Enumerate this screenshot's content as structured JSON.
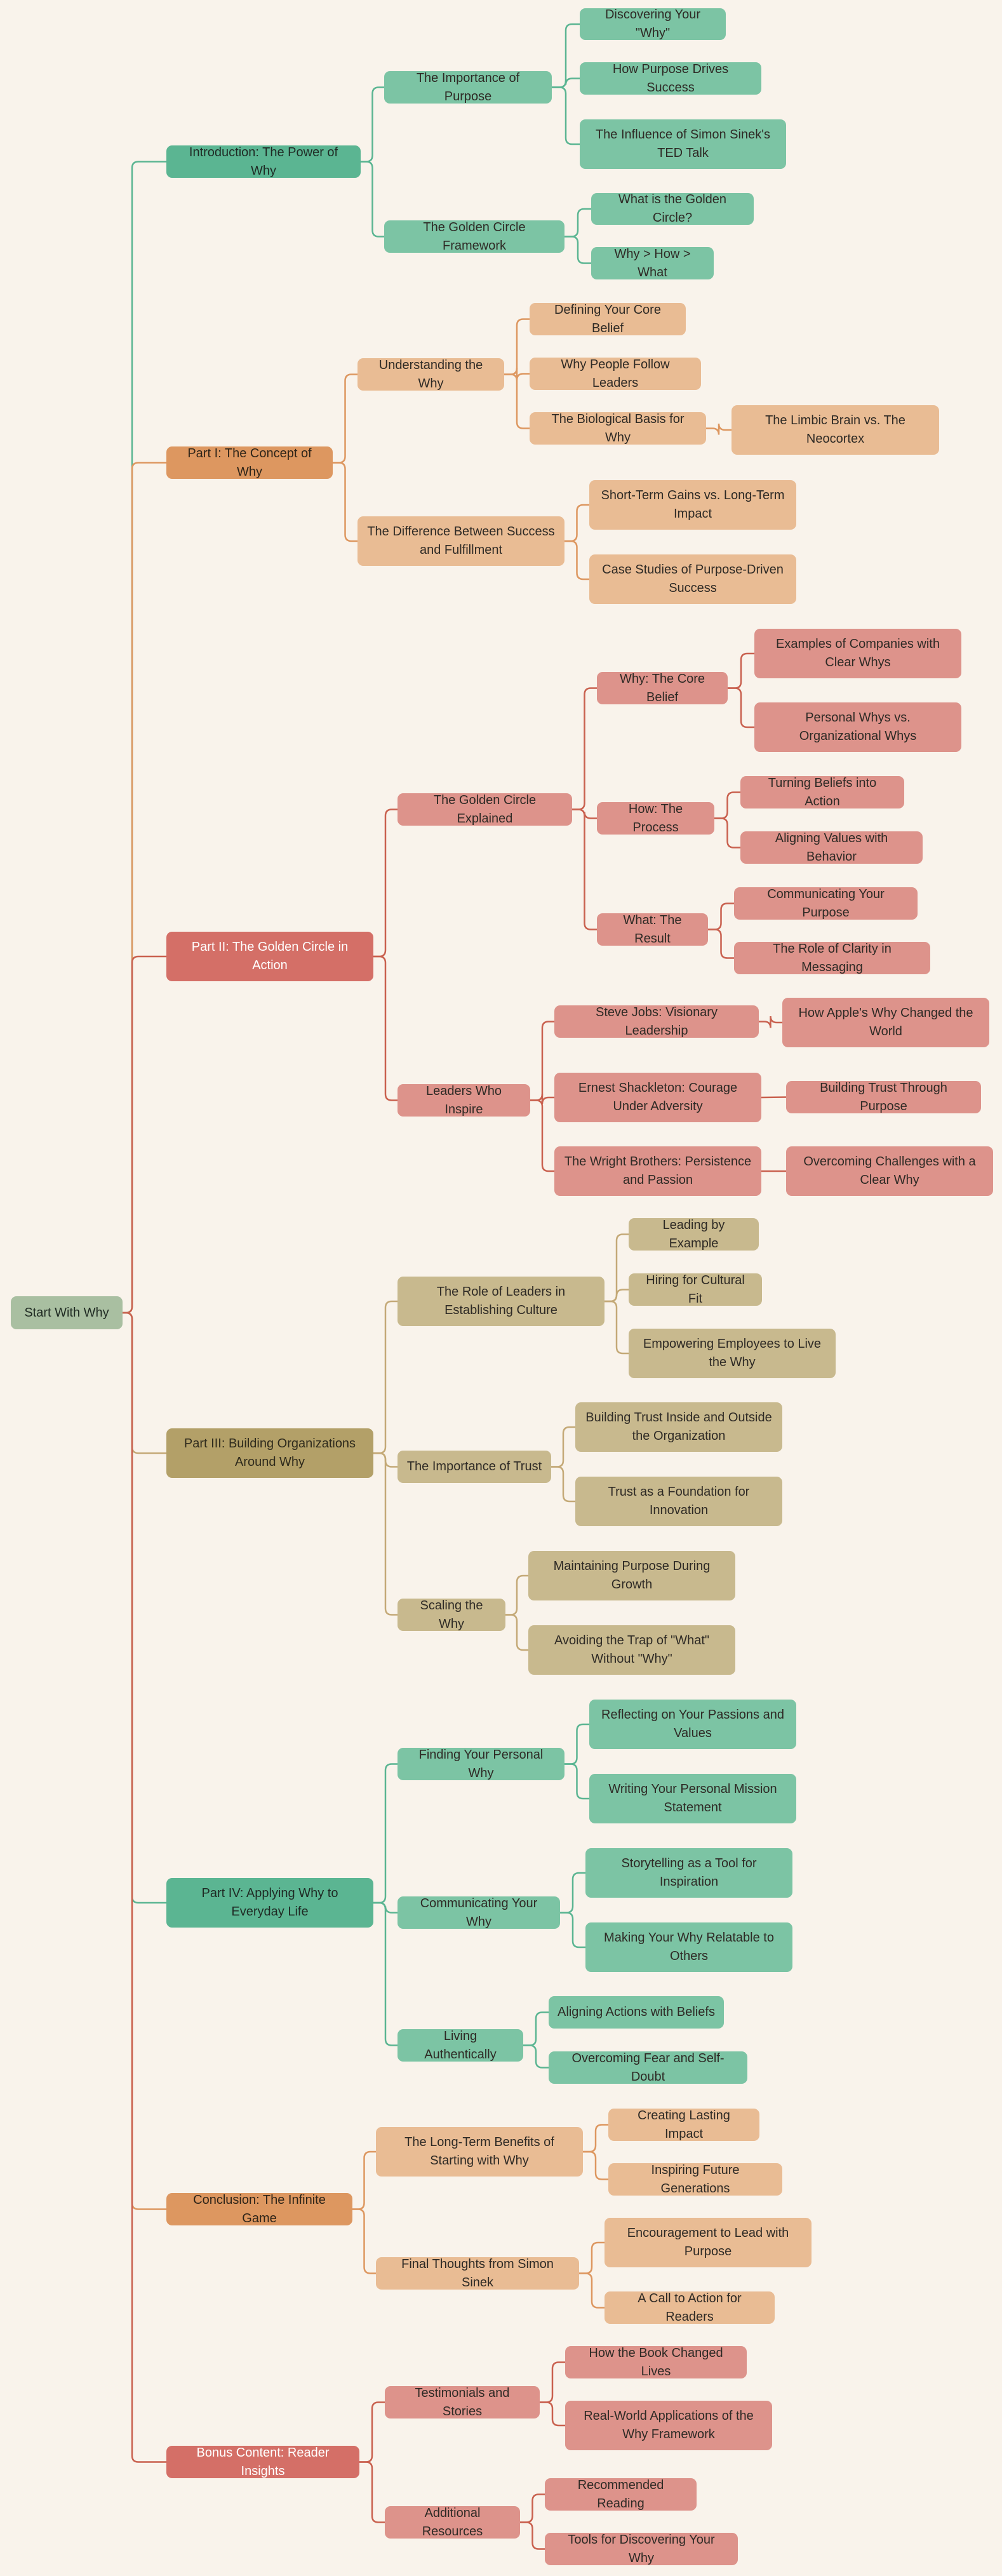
{
  "colors": {
    "background": "#f9f3eb",
    "root": "#a9bfa1",
    "teal_main": "#5bb592",
    "teal_light": "#7cc4a4",
    "teal_line": "#5bb592",
    "orange_main": "#dd9760",
    "orange_light": "#e9bc94",
    "orange_line": "#dd9760",
    "red_main": "#d46f67",
    "red_light": "#dd938b",
    "red_line": "#c9614f",
    "olive_main": "#b3a068",
    "olive_light": "#c8b98e",
    "olive_line": "#c4a977",
    "spine_line": "#a85a3e"
  },
  "root": {
    "label": "Start With Why"
  },
  "branches": [
    {
      "id": "b1",
      "label": "Introduction: The Power of Why",
      "scheme": "teal",
      "children": [
        {
          "id": "b1a",
          "label": "The Importance of Purpose",
          "children": [
            {
              "id": "b1a1",
              "label": "Discovering Your \"Why\""
            },
            {
              "id": "b1a2",
              "label": "How Purpose Drives Success"
            },
            {
              "id": "b1a3",
              "label": "The Influence of Simon Sinek's TED Talk"
            }
          ]
        },
        {
          "id": "b1b",
          "label": "The Golden Circle Framework",
          "children": [
            {
              "id": "b1b1",
              "label": "What is the Golden Circle?"
            },
            {
              "id": "b1b2",
              "label": "Why > How > What"
            }
          ]
        }
      ]
    },
    {
      "id": "b2",
      "label": "Part I: The Concept of Why",
      "scheme": "orange",
      "children": [
        {
          "id": "b2a",
          "label": "Understanding the Why",
          "children": [
            {
              "id": "b2a1",
              "label": "Defining Your Core Belief"
            },
            {
              "id": "b2a2",
              "label": "Why People Follow Leaders"
            },
            {
              "id": "b2a3",
              "label": "The Biological Basis for Why",
              "children": [
                {
                  "id": "b2a3a",
                  "label": "The Limbic Brain vs. The Neocortex"
                }
              ]
            }
          ]
        },
        {
          "id": "b2b",
          "label": "The Difference Between Success and Fulfillment",
          "children": [
            {
              "id": "b2b1",
              "label": "Short-Term Gains vs. Long-Term Impact"
            },
            {
              "id": "b2b2",
              "label": "Case Studies of Purpose-Driven Success"
            }
          ]
        }
      ]
    },
    {
      "id": "b3",
      "label": "Part II: The Golden Circle in Action",
      "scheme": "red",
      "children": [
        {
          "id": "b3a",
          "label": "The Golden Circle Explained",
          "children": [
            {
              "id": "b3a1",
              "label": "Why: The Core Belief",
              "children": [
                {
                  "id": "b3a1a",
                  "label": "Examples of Companies with Clear Whys"
                },
                {
                  "id": "b3a1b",
                  "label": "Personal Whys vs. Organizational Whys"
                }
              ]
            },
            {
              "id": "b3a2",
              "label": "How: The Process",
              "children": [
                {
                  "id": "b3a2a",
                  "label": "Turning Beliefs into Action"
                },
                {
                  "id": "b3a2b",
                  "label": "Aligning Values with Behavior"
                }
              ]
            },
            {
              "id": "b3a3",
              "label": "What: The Result",
              "children": [
                {
                  "id": "b3a3a",
                  "label": "Communicating Your Purpose"
                },
                {
                  "id": "b3a3b",
                  "label": "The Role of Clarity in Messaging"
                }
              ]
            }
          ]
        },
        {
          "id": "b3b",
          "label": "Leaders Who Inspire",
          "children": [
            {
              "id": "b3b1",
              "label": "Steve Jobs: Visionary Leadership",
              "children": [
                {
                  "id": "b3b1a",
                  "label": "How Apple's Why Changed the World"
                }
              ]
            },
            {
              "id": "b3b2",
              "label": "Ernest Shackleton: Courage Under Adversity",
              "children": [
                {
                  "id": "b3b2a",
                  "label": "Building Trust Through Purpose"
                }
              ]
            },
            {
              "id": "b3b3",
              "label": "The Wright Brothers: Persistence and Passion",
              "children": [
                {
                  "id": "b3b3a",
                  "label": "Overcoming Challenges with a Clear Why"
                }
              ]
            }
          ]
        }
      ]
    },
    {
      "id": "b4",
      "label": "Part III: Building Organizations Around Why",
      "scheme": "olive",
      "children": [
        {
          "id": "b4a",
          "label": "The Role of Leaders in Establishing Culture",
          "children": [
            {
              "id": "b4a1",
              "label": "Leading by Example"
            },
            {
              "id": "b4a2",
              "label": "Hiring for Cultural Fit"
            },
            {
              "id": "b4a3",
              "label": "Empowering Employees to Live the Why"
            }
          ]
        },
        {
          "id": "b4b",
          "label": "The Importance of Trust",
          "children": [
            {
              "id": "b4b1",
              "label": "Building Trust Inside and Outside the Organization"
            },
            {
              "id": "b4b2",
              "label": "Trust as a Foundation for Innovation"
            }
          ]
        },
        {
          "id": "b4c",
          "label": "Scaling the Why",
          "children": [
            {
              "id": "b4c1",
              "label": "Maintaining Purpose During Growth"
            },
            {
              "id": "b4c2",
              "label": "Avoiding the Trap of \"What\" Without \"Why\""
            }
          ]
        }
      ]
    },
    {
      "id": "b5",
      "label": "Part IV: Applying Why to Everyday Life",
      "scheme": "teal",
      "children": [
        {
          "id": "b5a",
          "label": "Finding Your Personal Why",
          "children": [
            {
              "id": "b5a1",
              "label": "Reflecting on Your Passions and Values"
            },
            {
              "id": "b5a2",
              "label": "Writing Your Personal Mission Statement"
            }
          ]
        },
        {
          "id": "b5b",
          "label": "Communicating Your Why",
          "children": [
            {
              "id": "b5b1",
              "label": "Storytelling as a Tool for Inspiration"
            },
            {
              "id": "b5b2",
              "label": "Making Your Why Relatable to Others"
            }
          ]
        },
        {
          "id": "b5c",
          "label": "Living Authentically",
          "children": [
            {
              "id": "b5c1",
              "label": "Aligning Actions with Beliefs"
            },
            {
              "id": "b5c2",
              "label": "Overcoming Fear and Self-Doubt"
            }
          ]
        }
      ]
    },
    {
      "id": "b6",
      "label": "Conclusion: The Infinite Game",
      "scheme": "orange",
      "children": [
        {
          "id": "b6a",
          "label": "The Long-Term Benefits of Starting with Why",
          "children": [
            {
              "id": "b6a1",
              "label": "Creating Lasting Impact"
            },
            {
              "id": "b6a2",
              "label": "Inspiring Future Generations"
            }
          ]
        },
        {
          "id": "b6b",
          "label": "Final Thoughts from Simon Sinek",
          "children": [
            {
              "id": "b6b1",
              "label": "Encouragement to Lead with Purpose"
            },
            {
              "id": "b6b2",
              "label": "A Call to Action for Readers"
            }
          ]
        }
      ]
    },
    {
      "id": "b7",
      "label": "Bonus Content: Reader Insights",
      "scheme": "red",
      "children": [
        {
          "id": "b7a",
          "label": "Testimonials and Stories",
          "children": [
            {
              "id": "b7a1",
              "label": "How the Book Changed Lives"
            },
            {
              "id": "b7a2",
              "label": "Real-World Applications of the Why Framework"
            }
          ]
        },
        {
          "id": "b7b",
          "label": "Additional Resources",
          "children": [
            {
              "id": "b7b1",
              "label": "Recommended Reading"
            },
            {
              "id": "b7b2",
              "label": "Tools for Discovering Your Why"
            }
          ]
        }
      ]
    }
  ]
}
